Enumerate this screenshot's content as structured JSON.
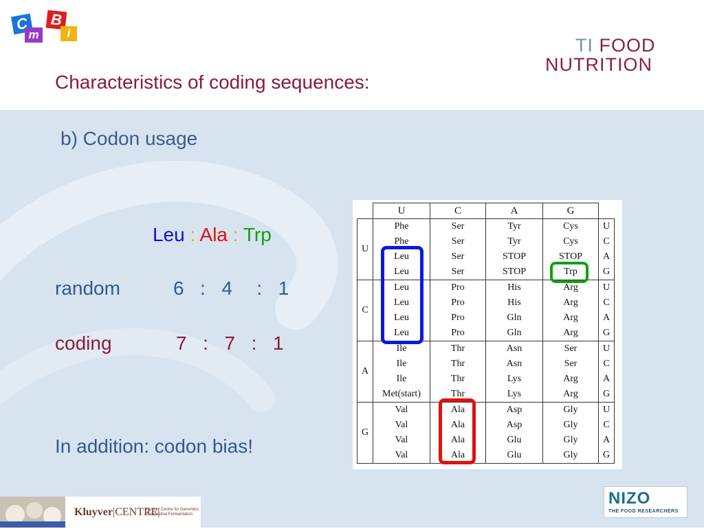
{
  "header": {
    "title": "Characteristics of coding sequences:",
    "logo_left": {
      "blocks": [
        "C",
        "m",
        "B",
        "i"
      ]
    },
    "logo_right": {
      "line1_prefix": "TI",
      "line1_rest": "FOOD",
      "line2": "NUTRITION"
    }
  },
  "main": {
    "subtitle": "b) Codon usage",
    "legend": {
      "leu": "Leu",
      "sep1": " : ",
      "ala": "Ala",
      "sep2": " : ",
      "trp": "Trp"
    },
    "random": {
      "label": "random",
      "ratio": "6  :  4   :  1"
    },
    "coding": {
      "label": "coding",
      "ratio": "7  :  7  :  1"
    },
    "addition": "In addition: codon bias!"
  },
  "codon_table": {
    "headers": [
      "U",
      "C",
      "A",
      "G"
    ],
    "groups": [
      {
        "first": "U",
        "third": [
          "U",
          "C",
          "A",
          "G"
        ],
        "cols": [
          [
            "Phe",
            "Phe",
            "Leu",
            "Leu"
          ],
          [
            "Ser",
            "Ser",
            "Ser",
            "Ser"
          ],
          [
            "Tyr",
            "Tyr",
            "STOP",
            "STOP"
          ],
          [
            "Cys",
            "Cys",
            "STOP",
            "Trp"
          ]
        ]
      },
      {
        "first": "C",
        "third": [
          "U",
          "C",
          "A",
          "G"
        ],
        "cols": [
          [
            "Leu",
            "Leu",
            "Leu",
            "Leu"
          ],
          [
            "Pro",
            "Pro",
            "Pro",
            "Pro"
          ],
          [
            "His",
            "His",
            "Gln",
            "Gln"
          ],
          [
            "Arg",
            "Arg",
            "Arg",
            "Arg"
          ]
        ]
      },
      {
        "first": "A",
        "third": [
          "U",
          "C",
          "A",
          "G"
        ],
        "cols": [
          [
            "Ile",
            "Ile",
            "Ile",
            "Met(start)"
          ],
          [
            "Thr",
            "Thr",
            "Thr",
            "Thr"
          ],
          [
            "Asn",
            "Asn",
            "Lys",
            "Lys"
          ],
          [
            "Ser",
            "Ser",
            "Arg",
            "Arg"
          ]
        ]
      },
      {
        "first": "G",
        "third": [
          "U",
          "C",
          "A",
          "G"
        ],
        "cols": [
          [
            "Val",
            "Val",
            "Val",
            "Val"
          ],
          [
            "Ala",
            "Ala",
            "Ala",
            "Ala"
          ],
          [
            "Asp",
            "Asp",
            "Glu",
            "Glu"
          ],
          [
            "Gly",
            "Gly",
            "Gly",
            "Gly"
          ]
        ]
      }
    ]
  },
  "colors": {
    "leu_highlight": "#0a1ad8",
    "ala_highlight": "#e01010",
    "trp_highlight": "#10a010"
  },
  "footer": {
    "kluyver_name": "Kluyver",
    "kluyver_centre": "CENTRE",
    "kluyver_sub": "Kluyver Centre for Genomics of Industrial Fermentation",
    "nizo_logo": "NIZO",
    "nizo_sub": "THE FOOD RESEARCHERS"
  }
}
